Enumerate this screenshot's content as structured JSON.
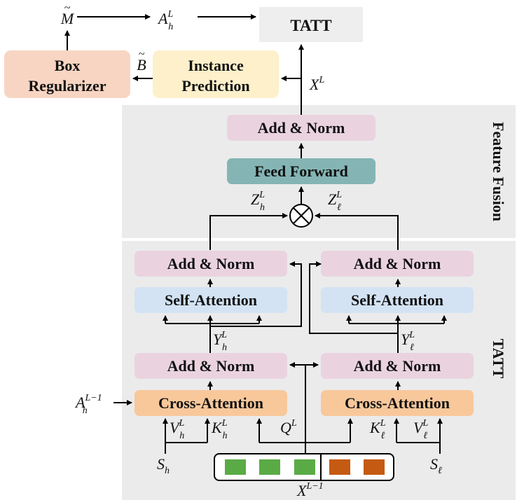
{
  "top": {
    "tatt_label": "TATT",
    "m_tilde_label": "M",
    "a_h_L": {
      "base": "A",
      "sub": "h",
      "sup": "L"
    },
    "b_tilde_label": "B",
    "x_L": {
      "base": "X",
      "sup": "L"
    },
    "box_regularizer": [
      "Box",
      "Regularizer"
    ],
    "instance_prediction": [
      "Instance",
      "Prediction"
    ]
  },
  "feature_fusion": {
    "section_label": "Feature Fusion",
    "add_norm": "Add & Norm",
    "feed_forward": "Feed Forward",
    "z_h": {
      "base": "Z",
      "sub": "h",
      "sup": "L"
    },
    "z_l": {
      "base": "Z",
      "sub": "ℓ",
      "sup": "L"
    }
  },
  "tatt_block": {
    "section_label": "TATT",
    "left": {
      "add_norm_top": "Add & Norm",
      "self_attention": "Self-Attention",
      "y_label": {
        "base": "Y",
        "sub": "h",
        "sup": "L"
      },
      "add_norm_bottom": "Add & Norm",
      "cross_attention": "Cross-Attention",
      "v_label": {
        "base": "V",
        "sub": "h",
        "sup": "L"
      },
      "k_label": {
        "base": "K",
        "sub": "h",
        "sup": "L"
      },
      "s_label": {
        "base": "S",
        "sub": "h"
      },
      "a_input": {
        "base": "A",
        "sub": "h",
        "sup": "L−1"
      }
    },
    "right": {
      "add_norm_top": "Add & Norm",
      "self_attention": "Self-Attention",
      "y_label": {
        "base": "Y",
        "sub": "ℓ",
        "sup": "L"
      },
      "add_norm_bottom": "Add & Norm",
      "cross_attention": "Cross-Attention",
      "v_label": {
        "base": "V",
        "sub": "ℓ",
        "sup": "L"
      },
      "k_label": {
        "base": "K",
        "sub": "ℓ",
        "sup": "L"
      },
      "s_label": {
        "base": "S",
        "sub": "ℓ"
      }
    },
    "q_label": {
      "base": "Q",
      "sup": "L"
    },
    "x_input": {
      "base": "X",
      "sup": "L−1"
    }
  },
  "colors": {
    "panel_gray": "#ebebeb",
    "tatt_box": "#eeeeee",
    "box_regularizer": "#f8d5c2",
    "instance_prediction": "#fdf0cb",
    "add_norm": "#ead3df",
    "feed_forward": "#84b5b4",
    "self_attention": "#d3e3f3",
    "cross_attention": "#f8c89b",
    "token_green": "#5aab45",
    "token_orange": "#c55a12"
  }
}
